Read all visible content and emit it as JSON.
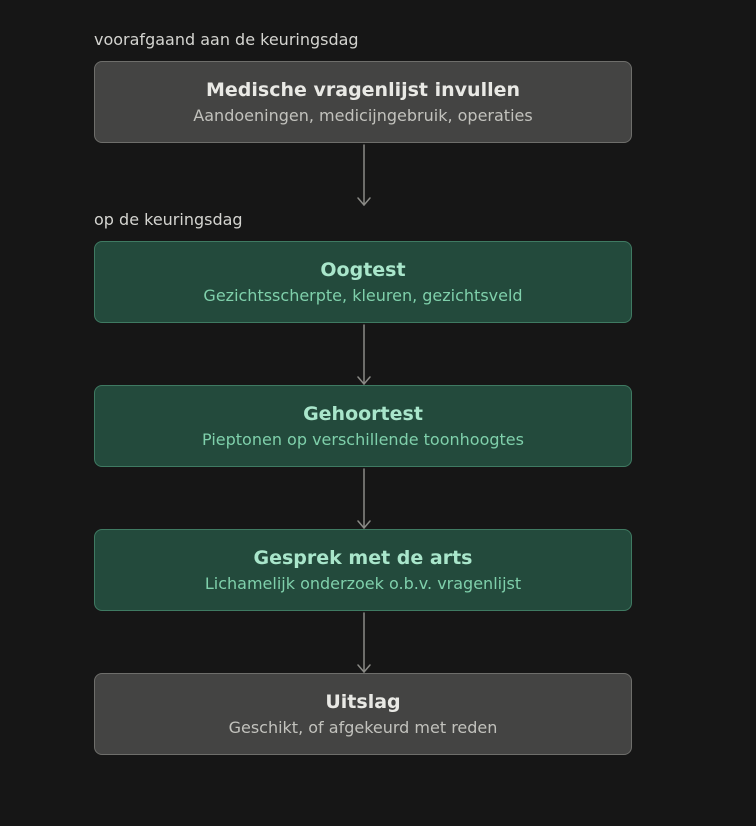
{
  "sections": [
    {
      "label": "voorafgaand aan de keuringsdag"
    },
    {
      "label": "op de keuringsdag"
    }
  ],
  "steps": [
    {
      "title": "Medische vragenlijst invullen",
      "subtitle": "Aandoeningen, medicijngebruik, operaties",
      "style": "neutral"
    },
    {
      "title": "Oogtest",
      "subtitle": "Gezichtsscherpte, kleuren, gezichtsveld",
      "style": "green"
    },
    {
      "title": "Gehoortest",
      "subtitle": "Pieptonen op verschillende toonhoogtes",
      "style": "green"
    },
    {
      "title": "Gesprek met de arts",
      "subtitle": "Lichamelijk onderzoek o.b.v. vragenlijst",
      "style": "green"
    },
    {
      "title": "Uitslag",
      "subtitle": "Geschikt, of afgekeurd met reden",
      "style": "neutral"
    }
  ],
  "colors": {
    "background": "#161616",
    "neutral_fill": "#444443",
    "green_fill": "#234a3c",
    "green_text": "#a9e6cb",
    "arrow": "#8a8a86"
  }
}
